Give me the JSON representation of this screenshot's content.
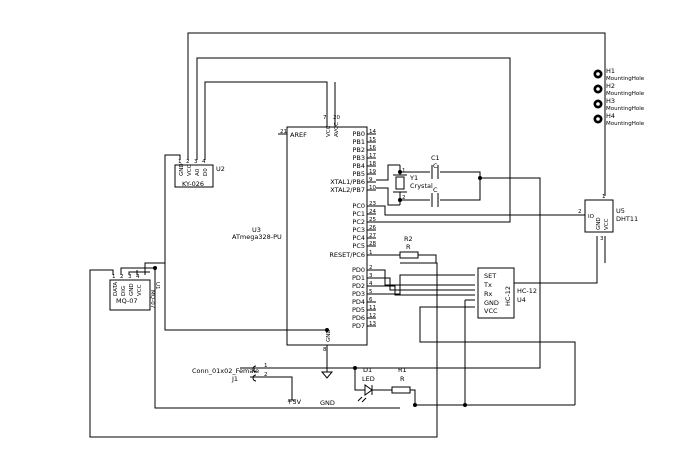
{
  "mcu": {
    "ref": "U3",
    "value": "ATmega328-PU",
    "aref": "AREF",
    "aref_num": "21",
    "vcc": "VCC",
    "vcc_num": "7",
    "avcc": "AVCC",
    "avcc_num": "20",
    "gnd": "GND",
    "gnd_num": "8",
    "right_pins": [
      {
        "name": "PB0",
        "num": "14"
      },
      {
        "name": "PB1",
        "num": "15"
      },
      {
        "name": "PB2",
        "num": "16"
      },
      {
        "name": "PB3",
        "num": "17"
      },
      {
        "name": "PB4",
        "num": "18"
      },
      {
        "name": "PB5",
        "num": "19"
      },
      {
        "name": "XTAL1/PB6",
        "num": "9"
      },
      {
        "name": "XTAL2/PB7",
        "num": "10"
      },
      {
        "name": "PC0",
        "num": "23"
      },
      {
        "name": "PC1",
        "num": "24"
      },
      {
        "name": "PC2",
        "num": "25"
      },
      {
        "name": "PC3",
        "num": "26"
      },
      {
        "name": "PC4",
        "num": "27"
      },
      {
        "name": "PC5",
        "num": "28"
      },
      {
        "name": "RESET/PC6",
        "num": "1"
      },
      {
        "name": "PD0",
        "num": "2"
      },
      {
        "name": "PD1",
        "num": "3"
      },
      {
        "name": "PD2",
        "num": "4"
      },
      {
        "name": "PD3",
        "num": "5"
      },
      {
        "name": "PD4",
        "num": "6"
      },
      {
        "name": "PD5",
        "num": "11"
      },
      {
        "name": "PD6",
        "num": "12"
      },
      {
        "name": "PD7",
        "num": "13"
      }
    ]
  },
  "ky026": {
    "ref": "U2",
    "value": "KY-026",
    "pins": [
      {
        "name": "GND",
        "num": "1"
      },
      {
        "name": "VCC",
        "num": "2"
      },
      {
        "name": "A0",
        "num": "3"
      },
      {
        "name": "D0",
        "num": "4"
      }
    ]
  },
  "mq07": {
    "ref": "U1",
    "value": "MQ-07",
    "pins": [
      {
        "name": "DATA",
        "num": "1"
      },
      {
        "name": "DIG",
        "num": "2"
      },
      {
        "name": "GND",
        "num": "3"
      },
      {
        "name": "VCC",
        "num": "4"
      }
    ]
  },
  "hc12": {
    "ref": "U4",
    "value": "HC-12",
    "pins": [
      "SET",
      "Tx",
      "Rx",
      "GND",
      "VCC"
    ]
  },
  "dht11": {
    "ref": "U5",
    "value": "DHT11",
    "pins": [
      {
        "name": "IO",
        "num": "2"
      },
      {
        "name": "GND",
        "num": "3"
      },
      {
        "name": "VCC",
        "num": "1"
      }
    ]
  },
  "crystal": {
    "ref": "Y1",
    "value": "Crystal",
    "pin1": "1",
    "pin2": "2"
  },
  "c1": {
    "ref": "C1",
    "value": "C"
  },
  "c2": {
    "value": "C"
  },
  "r2": {
    "ref": "R2",
    "value": "R"
  },
  "r1": {
    "ref": "R1",
    "value": "R"
  },
  "d1": {
    "ref": "D1",
    "value": "LED"
  },
  "j1": {
    "ref": "J1",
    "value": "Conn_01x02_Female",
    "pin1": "1",
    "pin2": "2"
  },
  "power": {
    "v5": "+5V",
    "gnd1": "GND"
  },
  "holes": [
    {
      "ref": "H1",
      "value": "MountingHole"
    },
    {
      "ref": "H2",
      "value": "MountingHole"
    },
    {
      "ref": "H3",
      "value": "MountingHole"
    },
    {
      "ref": "H4",
      "value": "MountingHole"
    }
  ]
}
